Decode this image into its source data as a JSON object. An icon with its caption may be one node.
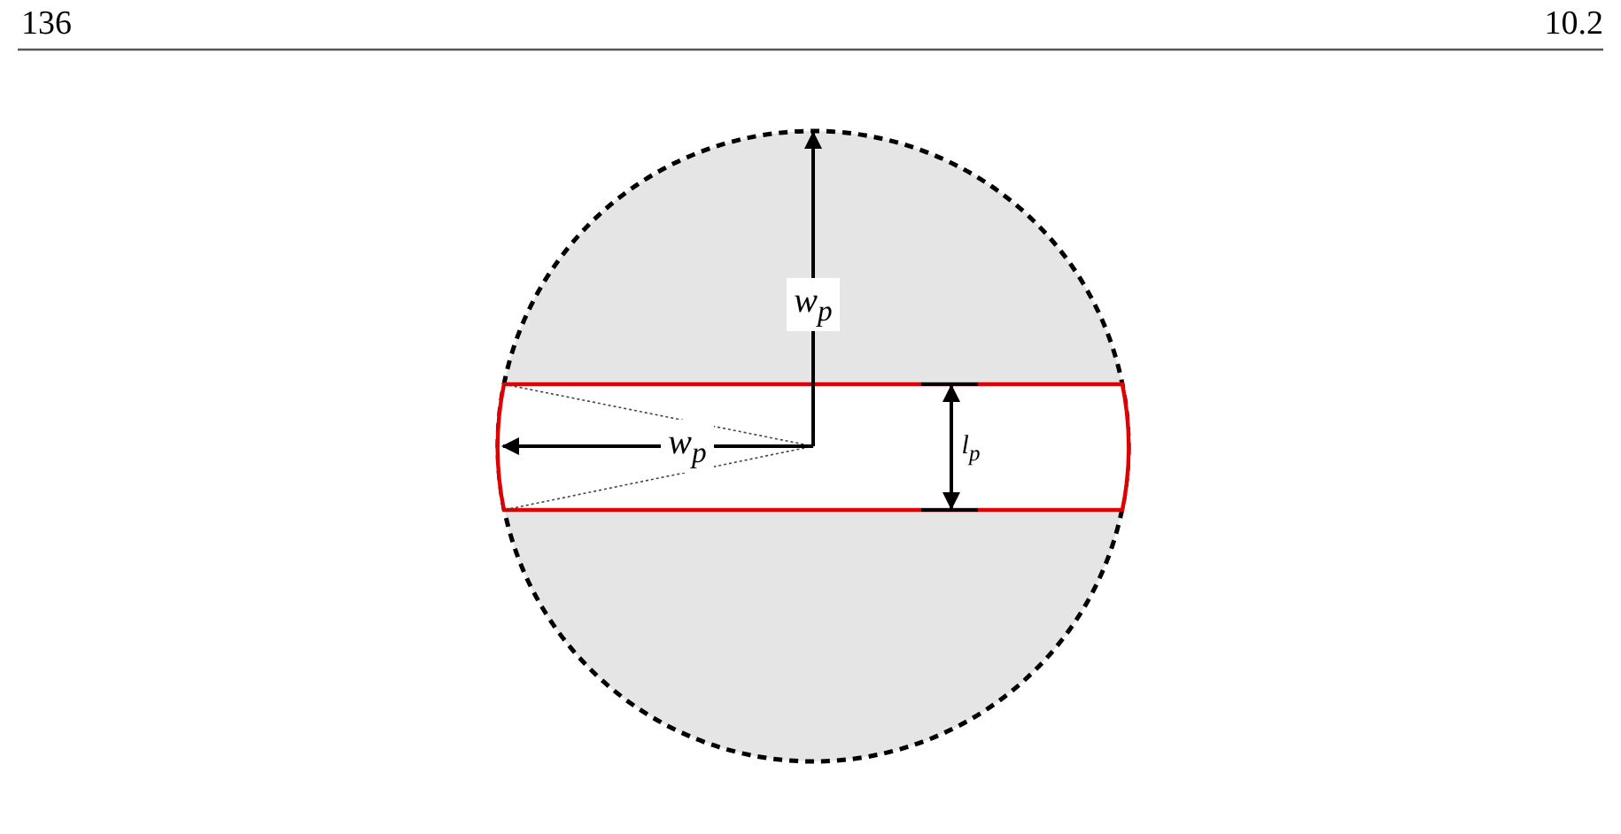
{
  "diagram": {
    "labels": [
      "136",
      "10.2",
      "w$_{p}$",
      "w$_{p}$",
      "l$_{p}$"
    ]
  }
}
